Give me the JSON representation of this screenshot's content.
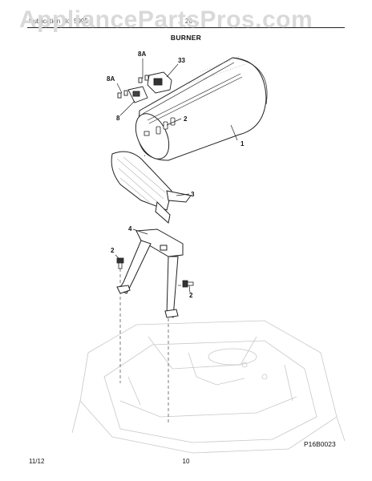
{
  "watermark": "AppliancePartsPros.com",
  "header": {
    "left": "Publication No. 5995...",
    "right": "... 26 ..."
  },
  "section_title": "BURNER",
  "callouts": {
    "c8a_top": "8A",
    "c33": "33",
    "c8a_left": "8A",
    "c8": "8",
    "c2_top": "2",
    "c1": "1",
    "c3": "3",
    "c4": "4",
    "c2_left": "2",
    "c2_right": "2"
  },
  "diagram_code": "P16B0023",
  "footer": {
    "date": "11/12",
    "page": "10"
  }
}
